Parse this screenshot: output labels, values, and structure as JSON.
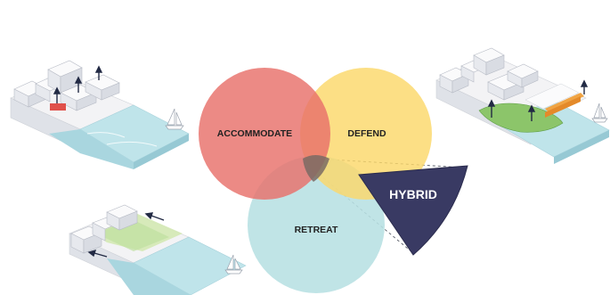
{
  "labels": {
    "accommodate": "ACCOMMODATE",
    "defend": "DEFEND",
    "retreat": "RETREAT",
    "hybrid": "HYBRID"
  },
  "colors": {
    "accommodate": "#e8706a",
    "defend": "#fbd86a",
    "retreat": "#b7e0e2",
    "overlap_center": "#7a6a64",
    "hybrid": "#393a63",
    "water": "#bfe4ea",
    "building": "#f4f4f6",
    "vegetation": "#8cc56a",
    "barrier": "#f0a444",
    "accommodate_marker": "#e0504a"
  },
  "icons": {
    "elevation_arrow": "arrow-up-icon",
    "retreat_arrow": "arrow-left-icon",
    "boat": "sailboat-icon"
  }
}
